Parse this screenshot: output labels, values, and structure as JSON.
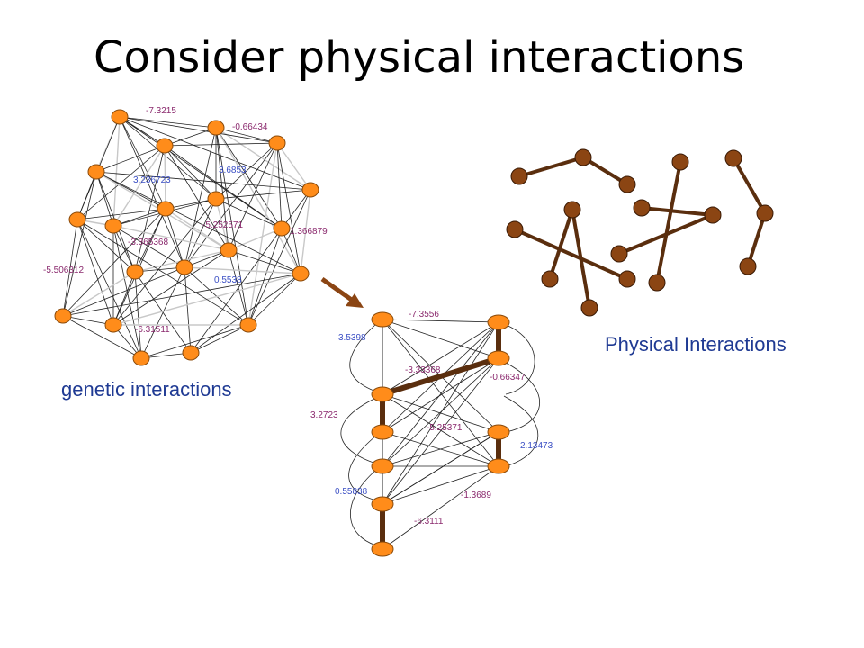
{
  "slide": {
    "title": "Consider physical interactions",
    "genetic_caption": "genetic interactions",
    "physical_caption": "Physical Interactions"
  },
  "genetic_network": {
    "labels": [
      "-7.3215",
      "-0.66434",
      "3.236723",
      "3.6853",
      "-5.252571",
      "1.366879",
      "-3.365368",
      "-5.506312",
      "0.5538",
      "-6.31511"
    ]
  },
  "combined_network": {
    "labels": [
      "-7.3556",
      "3.5398",
      "-3.33368",
      "-0.66347",
      "3.2723",
      "-5.25371",
      "2.13473",
      "0.55838",
      "-1.3689",
      "-6.3111"
    ]
  },
  "colors": {
    "node_fill": "#ff8c1a",
    "node_stroke": "#8a4a0a",
    "physical_node": "#8b4513",
    "physical_edge": "#5a2e0e",
    "arrow": "#8b4513",
    "label_purple": "#8b2a6e",
    "label_blue": "#3b4fc4",
    "caption": "#1f3a93"
  }
}
